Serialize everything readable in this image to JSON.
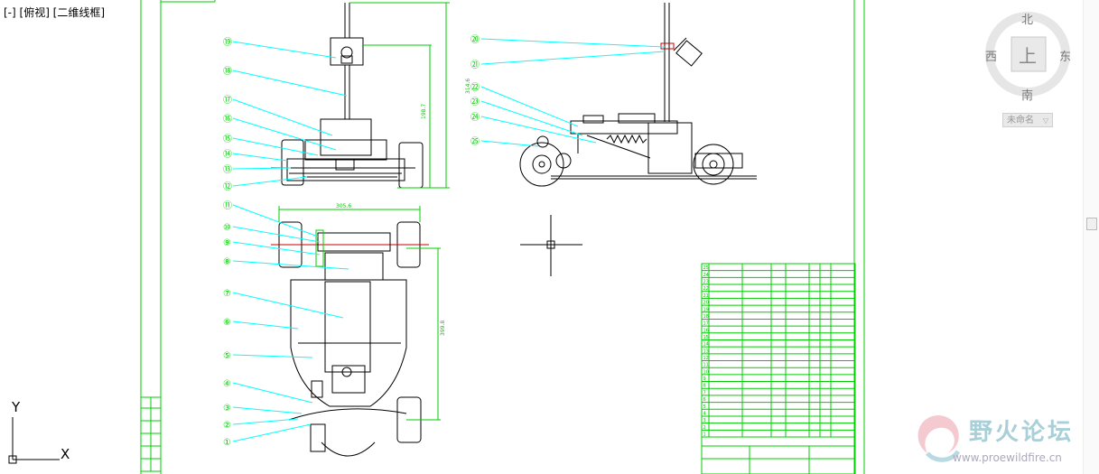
{
  "viewport": {
    "label": "[-] [俯视] [二维线框]"
  },
  "viewcube": {
    "north": "北",
    "south": "南",
    "east": "东",
    "west": "西",
    "top": "上",
    "named_view": "未命名"
  },
  "ucs": {
    "x_label": "X",
    "y_label": "Y"
  },
  "watermark": {
    "title": "野火论坛",
    "url": "www.proewildfire.cn"
  },
  "dimensions": {
    "front_height": "314.6",
    "front_sub": "198.7",
    "top_width": "305.6",
    "top_length": "399.8"
  },
  "balloons_front": [
    "⑲",
    "⑱",
    "⑰",
    "⑯",
    "⑮",
    "⑭",
    "⑬",
    "⑫"
  ],
  "balloons_side": [
    "⑳",
    "㉑",
    "㉒",
    "㉓",
    "㉔",
    "㉕"
  ],
  "balloons_top": [
    "⑪",
    "⑩",
    "⑨",
    "⑧",
    "⑦",
    "⑥",
    "⑤",
    "④",
    "③",
    "②",
    "①"
  ],
  "bom_rows": [
    "25",
    "24",
    "23",
    "22",
    "21",
    "20",
    "19",
    "18",
    "17",
    "16",
    "15",
    "14",
    "13",
    "12",
    "11",
    "10",
    "9",
    "8",
    "7",
    "6",
    "5",
    "4",
    "3",
    "2",
    "1"
  ],
  "colors": {
    "drawing_green": "#00cc00",
    "leader_cyan": "#00ffff",
    "line_black": "#000000"
  }
}
